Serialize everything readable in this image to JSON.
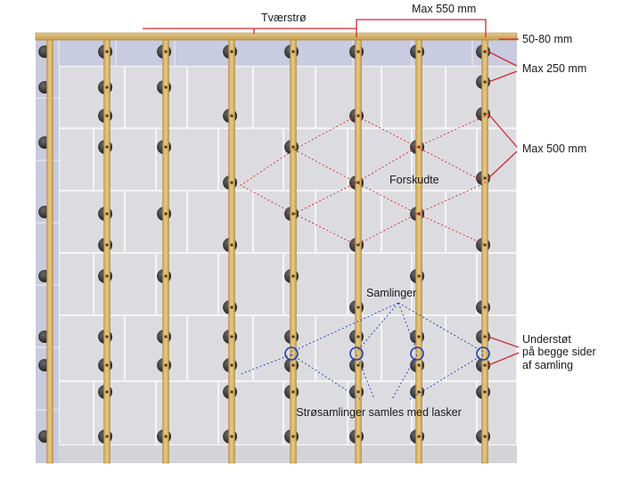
{
  "labels": {
    "crossbatten": "Tværstrø",
    "max550": "Max 550 mm",
    "edge": "50-80 mm",
    "max250": "Max 250 mm",
    "max500": "Max 500 mm",
    "staggered": "Forskudte",
    "joints": "Samlinger",
    "support_line1": "Understøt",
    "support_line2": "på begge sider",
    "support_line3": "af samling",
    "batten_joints": "Strøsamlinger samles med lasker"
  },
  "colors": {
    "panel": "#d9d9dd",
    "panel_top": "#c8cbe0",
    "panel_edge": "#eeeeef",
    "wood": "#d9b66a",
    "wood_dark": "#b8924a",
    "screw": "#3a3a3a",
    "dimension_red": "#d3282e",
    "joint_blue": "#1d3fb0",
    "text": "#1a1a1a"
  }
}
